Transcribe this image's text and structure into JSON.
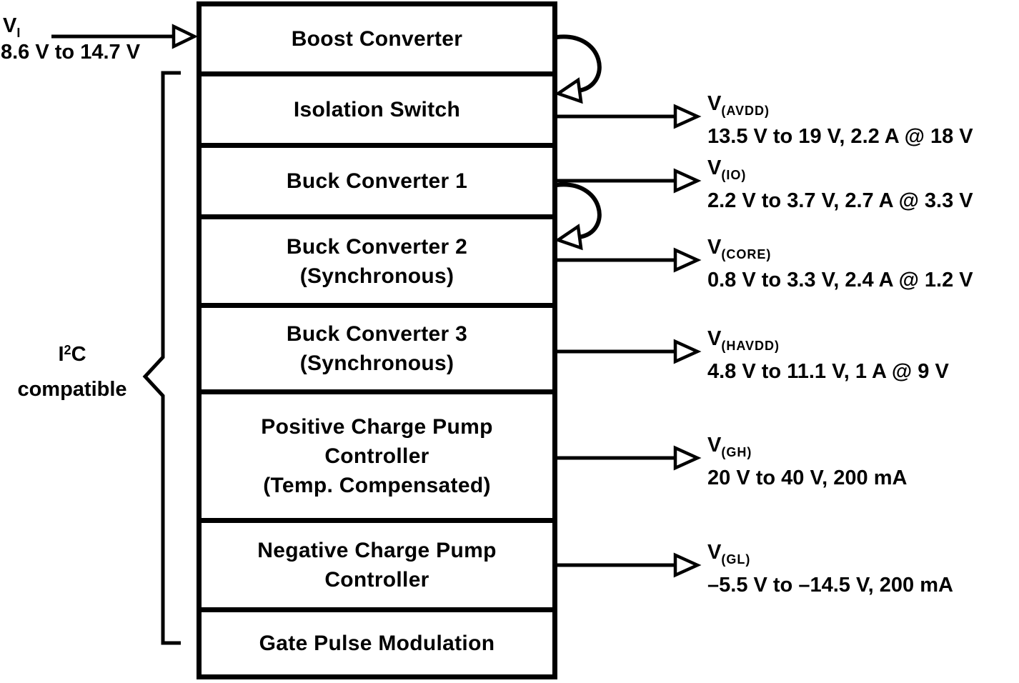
{
  "input": {
    "symbol": "V",
    "subscript": "I",
    "range": "8.6 V to 14.7 V"
  },
  "bus_label": {
    "base": "I",
    "sup": "2",
    "suffix": "C",
    "line2": "compatible"
  },
  "blocks": [
    {
      "label": "Boost Converter"
    },
    {
      "label": "Isolation Switch"
    },
    {
      "label": "Buck Converter 1"
    },
    {
      "label": "Buck Converter 2\n(Synchronous)"
    },
    {
      "label": "Buck Converter 3\n(Synchronous)"
    },
    {
      "label": "Positive Charge Pump\nController\n(Temp. Compensated)"
    },
    {
      "label": "Negative Charge Pump\nController"
    },
    {
      "label": "Gate Pulse Modulation"
    }
  ],
  "outputs": [
    {
      "symbol": "V",
      "subscript": "(AVDD)",
      "value": "13.5 V to 19 V, 2.2 A @ 18 V"
    },
    {
      "symbol": "V",
      "subscript": "(IO)",
      "value": "2.2 V to 3.7 V, 2.7 A @ 3.3 V"
    },
    {
      "symbol": "V",
      "subscript": "(CORE)",
      "value": "0.8 V to 3.3 V, 2.4 A @ 1.2 V"
    },
    {
      "symbol": "V",
      "subscript": "(HAVDD)",
      "value": "4.8 V to 11.1 V, 1 A @ 9 V"
    },
    {
      "symbol": "V",
      "subscript": "(GH)",
      "value": "20 V to 40 V, 200 mA"
    },
    {
      "symbol": "V",
      "subscript": "(GL)",
      "value": "–5.5 V to –14.5 V, 200 mA"
    }
  ],
  "colors": {
    "ink": "#000000",
    "background": "#ffffff"
  }
}
